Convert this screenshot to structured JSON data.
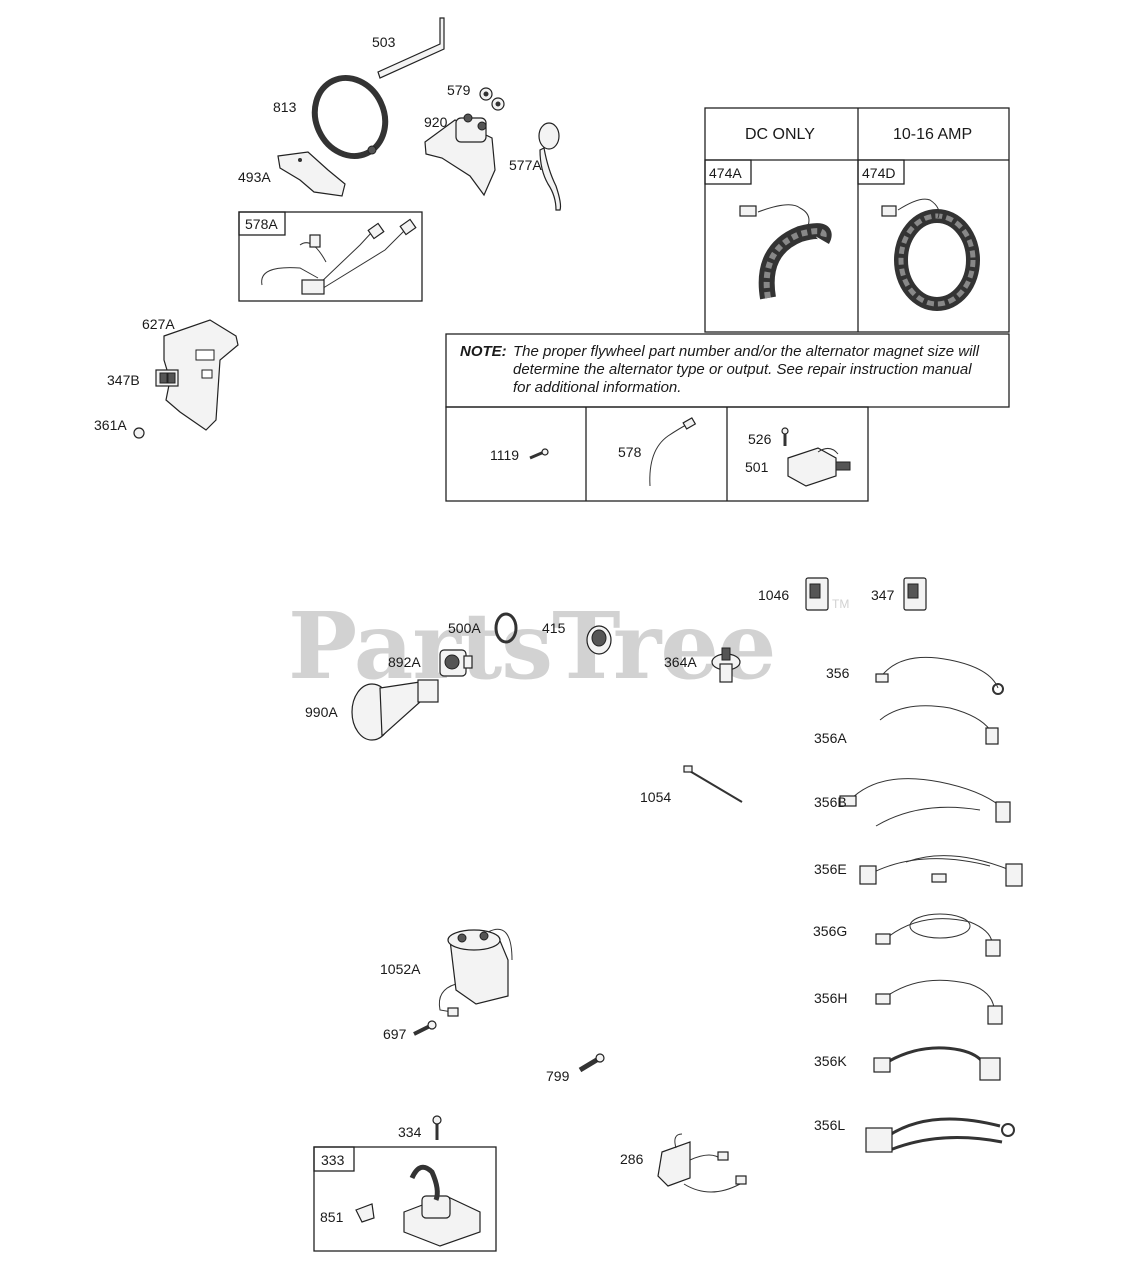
{
  "watermark": {
    "text": "PartsTree",
    "tm": "TM"
  },
  "alternator_table": {
    "col1_header": "DC ONLY",
    "col2_header": "10-16 AMP",
    "col1_part": "474A",
    "col2_part": "474D"
  },
  "note": {
    "lead": "NOTE:",
    "line1": "The proper flywheel part number and/or the alternator magnet size will",
    "line2": "determine the alternator type or output. See repair instruction manual",
    "line3": "for additional information."
  },
  "parts_row": [
    "1119",
    "578",
    "526",
    "501"
  ],
  "labels": {
    "p503": "503",
    "p813": "813",
    "p579": "579",
    "p920": "920",
    "p577A": "577A",
    "p493A": "493A",
    "p578A": "578A",
    "p627A": "627A",
    "p347B": "347B",
    "p361A": "361A",
    "p1046": "1046",
    "p347": "347",
    "p500A": "500A",
    "p415": "415",
    "p892A": "892A",
    "p364A": "364A",
    "p990A": "990A",
    "p356": "356",
    "p356A": "356A",
    "p1054": "1054",
    "p356B": "356B",
    "p356E": "356E",
    "p356G": "356G",
    "p1052A": "1052A",
    "p356H": "356H",
    "p697": "697",
    "p356K": "356K",
    "p799": "799",
    "p334": "334",
    "p356L": "356L",
    "p333": "333",
    "p286": "286",
    "p851": "851"
  },
  "colors": {
    "ink": "#1a1a1a",
    "watermark": "#d2d2d2"
  }
}
